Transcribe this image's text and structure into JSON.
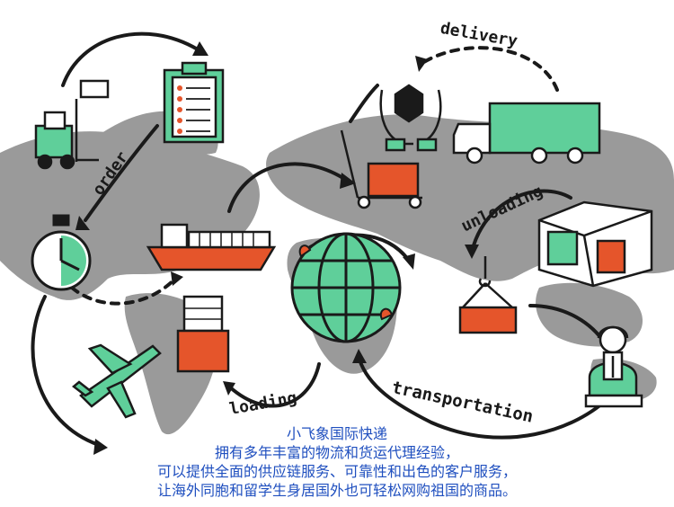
{
  "labels": {
    "delivery": "delivery",
    "order": "order",
    "unloading": "unloading",
    "loading": "loading",
    "transportation": "transportation"
  },
  "caption": {
    "line1": "小飞象国际快递",
    "line2": "拥有多年丰富的物流和货运代理经验，",
    "line3": "可以提供全面的供应链服务、可靠性和出色的客户服务，",
    "line4": "让海外同胞和留学生身居国外也可轻松网购祖国的商品。"
  },
  "colors": {
    "map": "#9a9a9a",
    "accent_green": "#5fcf9a",
    "accent_orange": "#e5552b",
    "ink": "#1a1a1a",
    "caption_text": "#1f4fbf"
  },
  "icons": [
    "forklift-icon",
    "checklist-icon",
    "stopwatch-icon",
    "cargo-ship-icon",
    "airplane-icon",
    "hand-truck-icon",
    "hands-box-icon",
    "delivery-truck-icon",
    "globe-icon",
    "cargo-box-icon",
    "container-stack-icon",
    "crane-hook-icon",
    "operator-headset-icon",
    "stacked-boxes-icon"
  ]
}
